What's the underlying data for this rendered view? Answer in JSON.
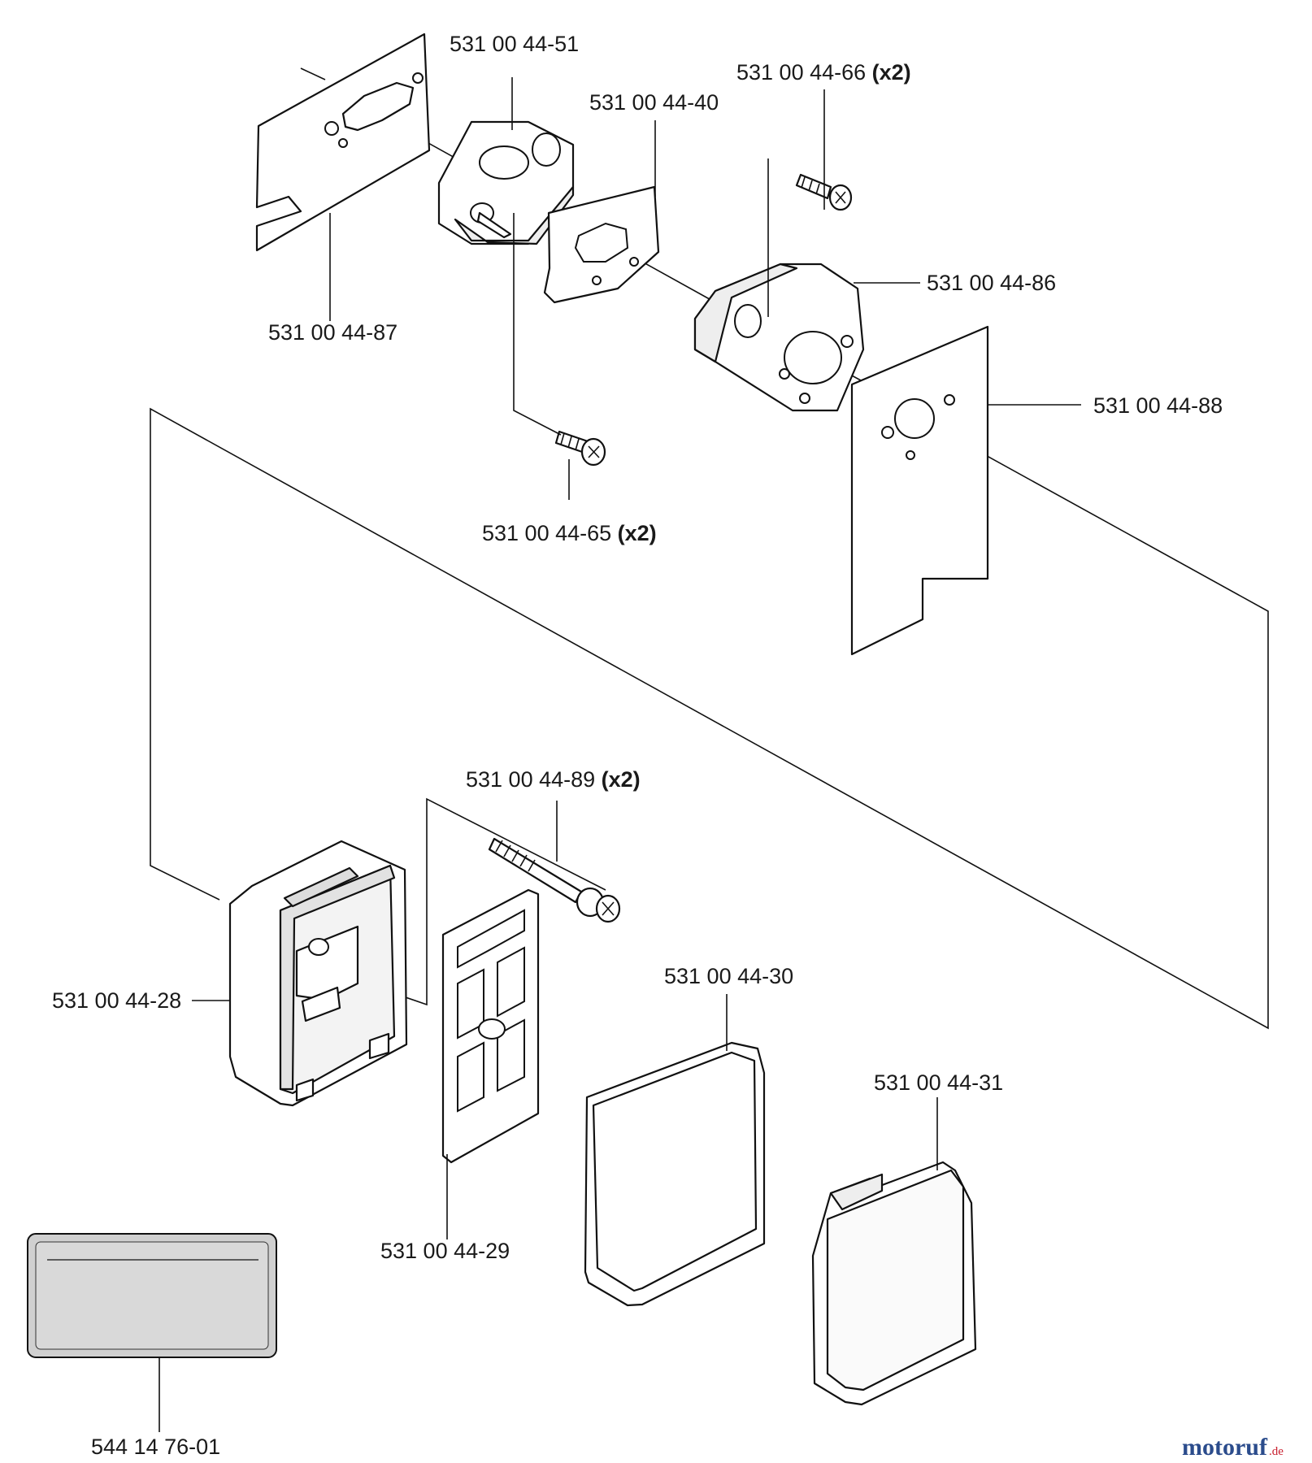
{
  "parts": {
    "p1": {
      "number": "531 00 44-51",
      "qty": ""
    },
    "p2": {
      "number": "531 00 44-66",
      "qty": "(x2)"
    },
    "p3": {
      "number": "531 00 44-40",
      "qty": ""
    },
    "p4": {
      "number": "531 00 44-86",
      "qty": ""
    },
    "p5": {
      "number": "531 00 44-87",
      "qty": ""
    },
    "p6": {
      "number": "531 00 44-88",
      "qty": ""
    },
    "p7": {
      "number": "531 00 44-65",
      "qty": "(x2)"
    },
    "p8": {
      "number": "531 00 44-89",
      "qty": "(x2)"
    },
    "p9": {
      "number": "531 00 44-30",
      "qty": ""
    },
    "p10": {
      "number": "531 00 44-28",
      "qty": ""
    },
    "p11": {
      "number": "531 00 44-31",
      "qty": ""
    },
    "p12": {
      "number": "531 00 44-29",
      "qty": ""
    },
    "p13": {
      "number": "544 14 76-01",
      "qty": ""
    }
  },
  "watermark": {
    "brand": "motoruf",
    "tld": ".de"
  },
  "colors": {
    "line": "#111111",
    "label_fill": "#d9d9d9",
    "brand_a": "#2b4c8c",
    "brand_b": "#c8202f"
  }
}
